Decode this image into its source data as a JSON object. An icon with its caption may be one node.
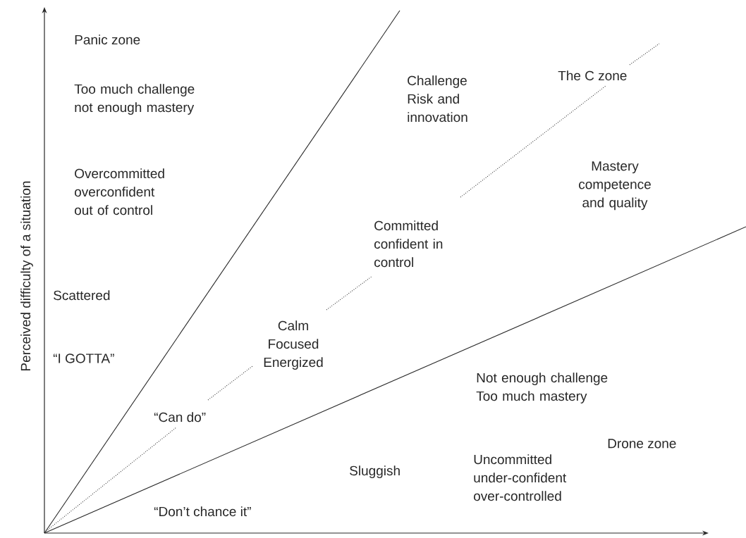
{
  "diagram": {
    "labels": [
      "Perceived difficulty of a situation",
      "Panic zone",
      "Too much challenge not enough mastery",
      "Overcommitted overconfident out of control",
      "Scattered",
      "“I GOTTA”",
      "“Can do”",
      "Calm Focused Energized",
      "Committed confident in control",
      "Challenge Risk and innovation",
      "The C zone",
      "Mastery competence and quality",
      "Not enough challenge Too much mastery",
      "Drone zone",
      "Sluggish",
      "Uncommitted under-confident over-controlled",
      "“Don’t chance it”"
    ]
  }
}
